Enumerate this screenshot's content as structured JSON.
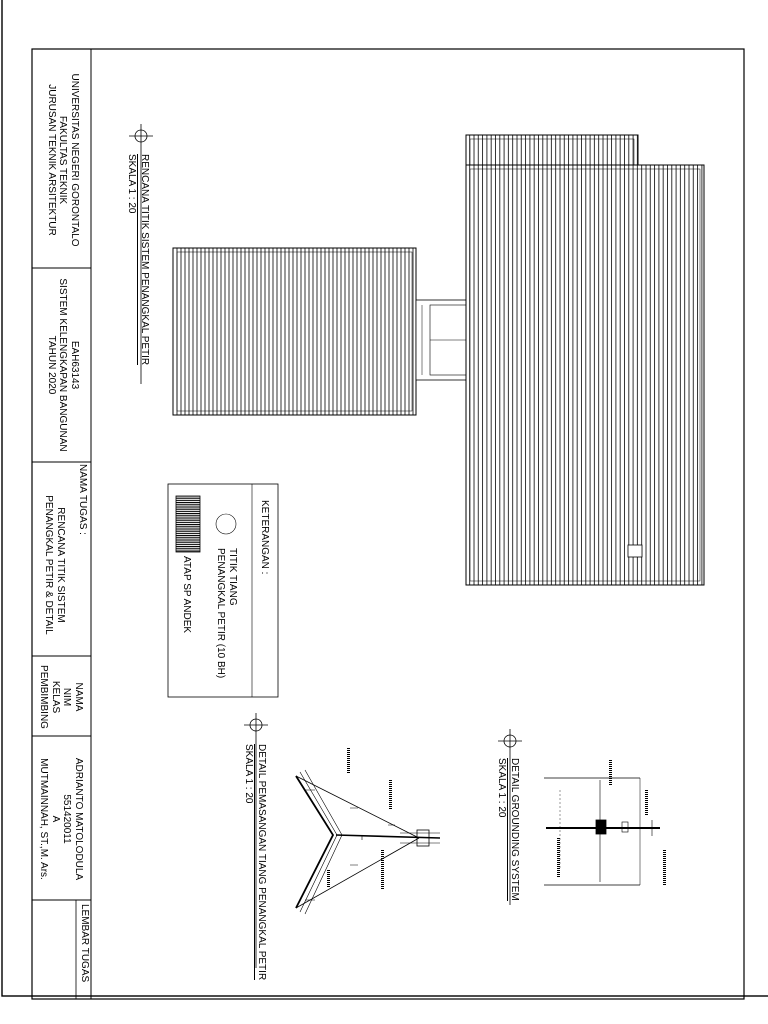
{
  "title_block": {
    "university": [
      "UNIVERSITAS NEGERI GORONTALO",
      "FAKULTAS TEKNIK",
      "JURUSAN TEKNIK ARSITEKTUR"
    ],
    "course": [
      "EAH63143",
      "SISTEM KELENGKAPAN BANGUNAN",
      "TAHUN 2020"
    ],
    "task_label": "NAMA TUGAS :",
    "task": [
      "RENCANA TITIK SISTEM",
      "PENANGKAL PETIR & DETAIL"
    ],
    "info_labels": [
      "NAMA",
      "NIM",
      "KELAS",
      "PEMBIMBING"
    ],
    "info_values": [
      "ADRIANTO MATOLODULA",
      "551420011",
      "A",
      "MUTMAINNAH, ST.,M. Ars."
    ],
    "sheet_label": "LEMBAR TUGAS"
  },
  "plan": {
    "title": "RENCANA TITIK SISTEM PENANGKAL PETIR",
    "scale": "SKALA 1 : 20"
  },
  "legend": {
    "heading": "KETERANGAN :",
    "item1_line1": "TITIK TIANG",
    "item1_line2": "PENANGKAL PETIR (10 BH)",
    "item2": "ATAP SP ANDEK"
  },
  "detail_pole": {
    "title": "DETAIL PEMASANGAN TIANG PENANGKAL PETIR",
    "scale": "SKALA 1 : 20"
  },
  "detail_grounding": {
    "title": "DETAIL GROUNDING SYSTEM",
    "scale": "SKALA 1 : 20"
  }
}
